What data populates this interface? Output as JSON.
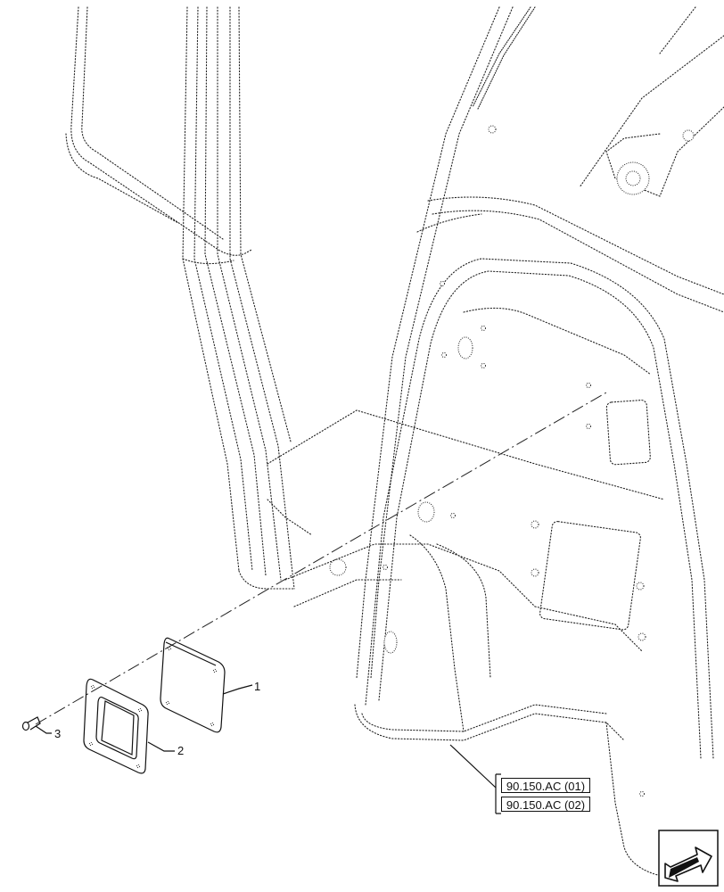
{
  "callouts": [
    {
      "label": "1"
    },
    {
      "label": "2"
    },
    {
      "label": "3"
    }
  ],
  "references": [
    {
      "label": "90.150.AC (01)"
    },
    {
      "label": "90.150.AC (02)"
    }
  ],
  "nav_icon": "arrow-next-page-icon"
}
